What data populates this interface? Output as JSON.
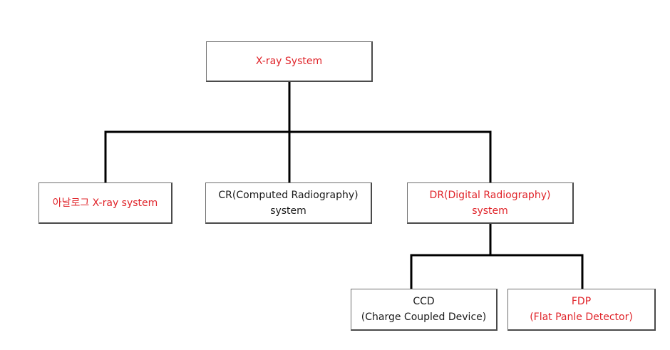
{
  "colors": {
    "accent_red": "#e0242a",
    "text": "#1a1a1a",
    "connector": "#000000"
  },
  "root": {
    "lines": [
      "X-ray System"
    ]
  },
  "children": [
    {
      "id": "analog",
      "lines": [
        "아날로그 X-ray system"
      ]
    },
    {
      "id": "cr",
      "lines": [
        "CR(Computed Radiography)",
        "system"
      ]
    },
    {
      "id": "dr",
      "lines": [
        "DR(Digital Radiography)",
        "system"
      ]
    }
  ],
  "dr_children": [
    {
      "id": "ccd",
      "lines": [
        "CCD",
        "(Charge Coupled Device)"
      ]
    },
    {
      "id": "fdp",
      "lines": [
        "FDP",
        "(Flat Panle Detector)"
      ]
    }
  ]
}
